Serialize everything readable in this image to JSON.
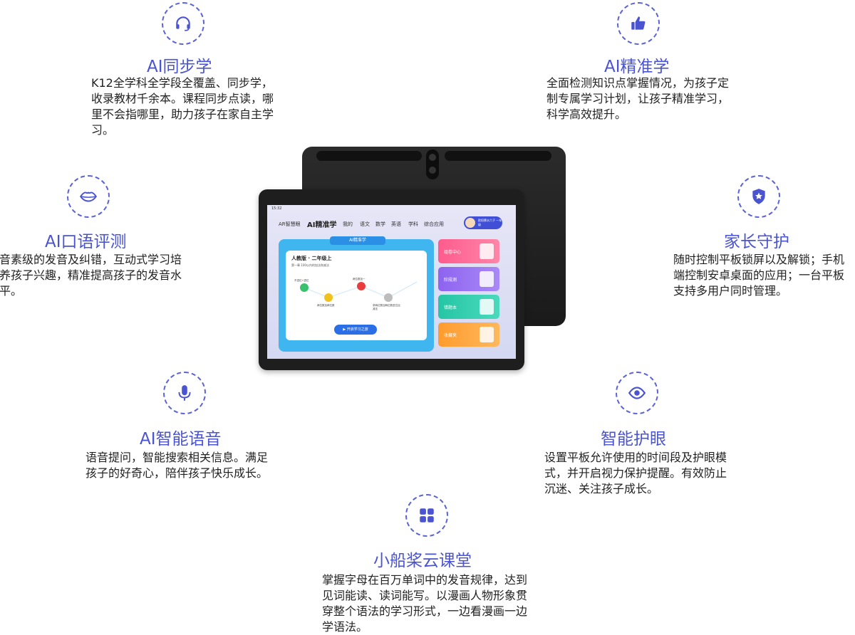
{
  "features": [
    {
      "id": "ai-sync",
      "icon": "headset-icon",
      "title": "AI同步学",
      "desc": "K12全学科全学段全覆盖、同步学，收录教材千余本。课程同步点读，哪里不会指哪里，助力孩子在家自主学习。"
    },
    {
      "id": "ai-precise",
      "icon": "thumbs-up-icon",
      "title": "AI精准学",
      "desc": "全面检测知识点掌握情况，为孩子定制专属学习计划，让孩子精准学习，科学高效提升。"
    },
    {
      "id": "ai-oral",
      "icon": "lips-icon",
      "title": "AI口语评测",
      "desc": "音素级的发音及纠错，互动式学习培养孩子兴趣，精准提高孩子的发音水平。"
    },
    {
      "id": "parent-guard",
      "icon": "shield-star-icon",
      "title": "家长守护",
      "desc": "随时控制平板锁屏以及解锁；手机端控制安卓桌面的应用；一台平板支持多用户同时管理。"
    },
    {
      "id": "ai-voice",
      "icon": "microphone-icon",
      "title": "AI智能语音",
      "desc": "语音提问，智能搜索相关信息。满足孩子的好奇心，陪伴孩子快乐成长。"
    },
    {
      "id": "eye-care",
      "icon": "eye-icon",
      "title": "智能护眼",
      "desc": "设置平板允许使用的时间段及护眼模式，并开启视力保护提醒。有效防止沉迷、关注孩子成长。"
    },
    {
      "id": "cloud-class",
      "icon": "grid-icon",
      "title": "小船桨云课堂",
      "desc": "掌握字母在百万单词中的发音规律，达到见词能读、读词能写。以漫画人物形象贯穿整个语法的学习形式，一边看漫画一边学语法。"
    }
  ],
  "accent": "#4a54d1",
  "screen": {
    "time": "15:32",
    "nav": [
      "AR智慧眼",
      "AI精准学",
      "我的",
      "语文",
      "数学",
      "英语",
      "学科",
      "综合应用"
    ],
    "user": "欧阳慕水六子 一年级",
    "panel_tab": "AI精准学",
    "card_title": "人教版 · 二年级上",
    "card_sub": "第一章 100以内的加法和减法",
    "nodes": [
      "不进位+进位",
      "两位数加两位数",
      "两位数加一",
      "求两位数加两位数进位加减法"
    ],
    "start": "▶ 开启学习之旅",
    "side": [
      "组卷中心",
      "阶段测",
      "错题本",
      "收藏夹"
    ]
  }
}
